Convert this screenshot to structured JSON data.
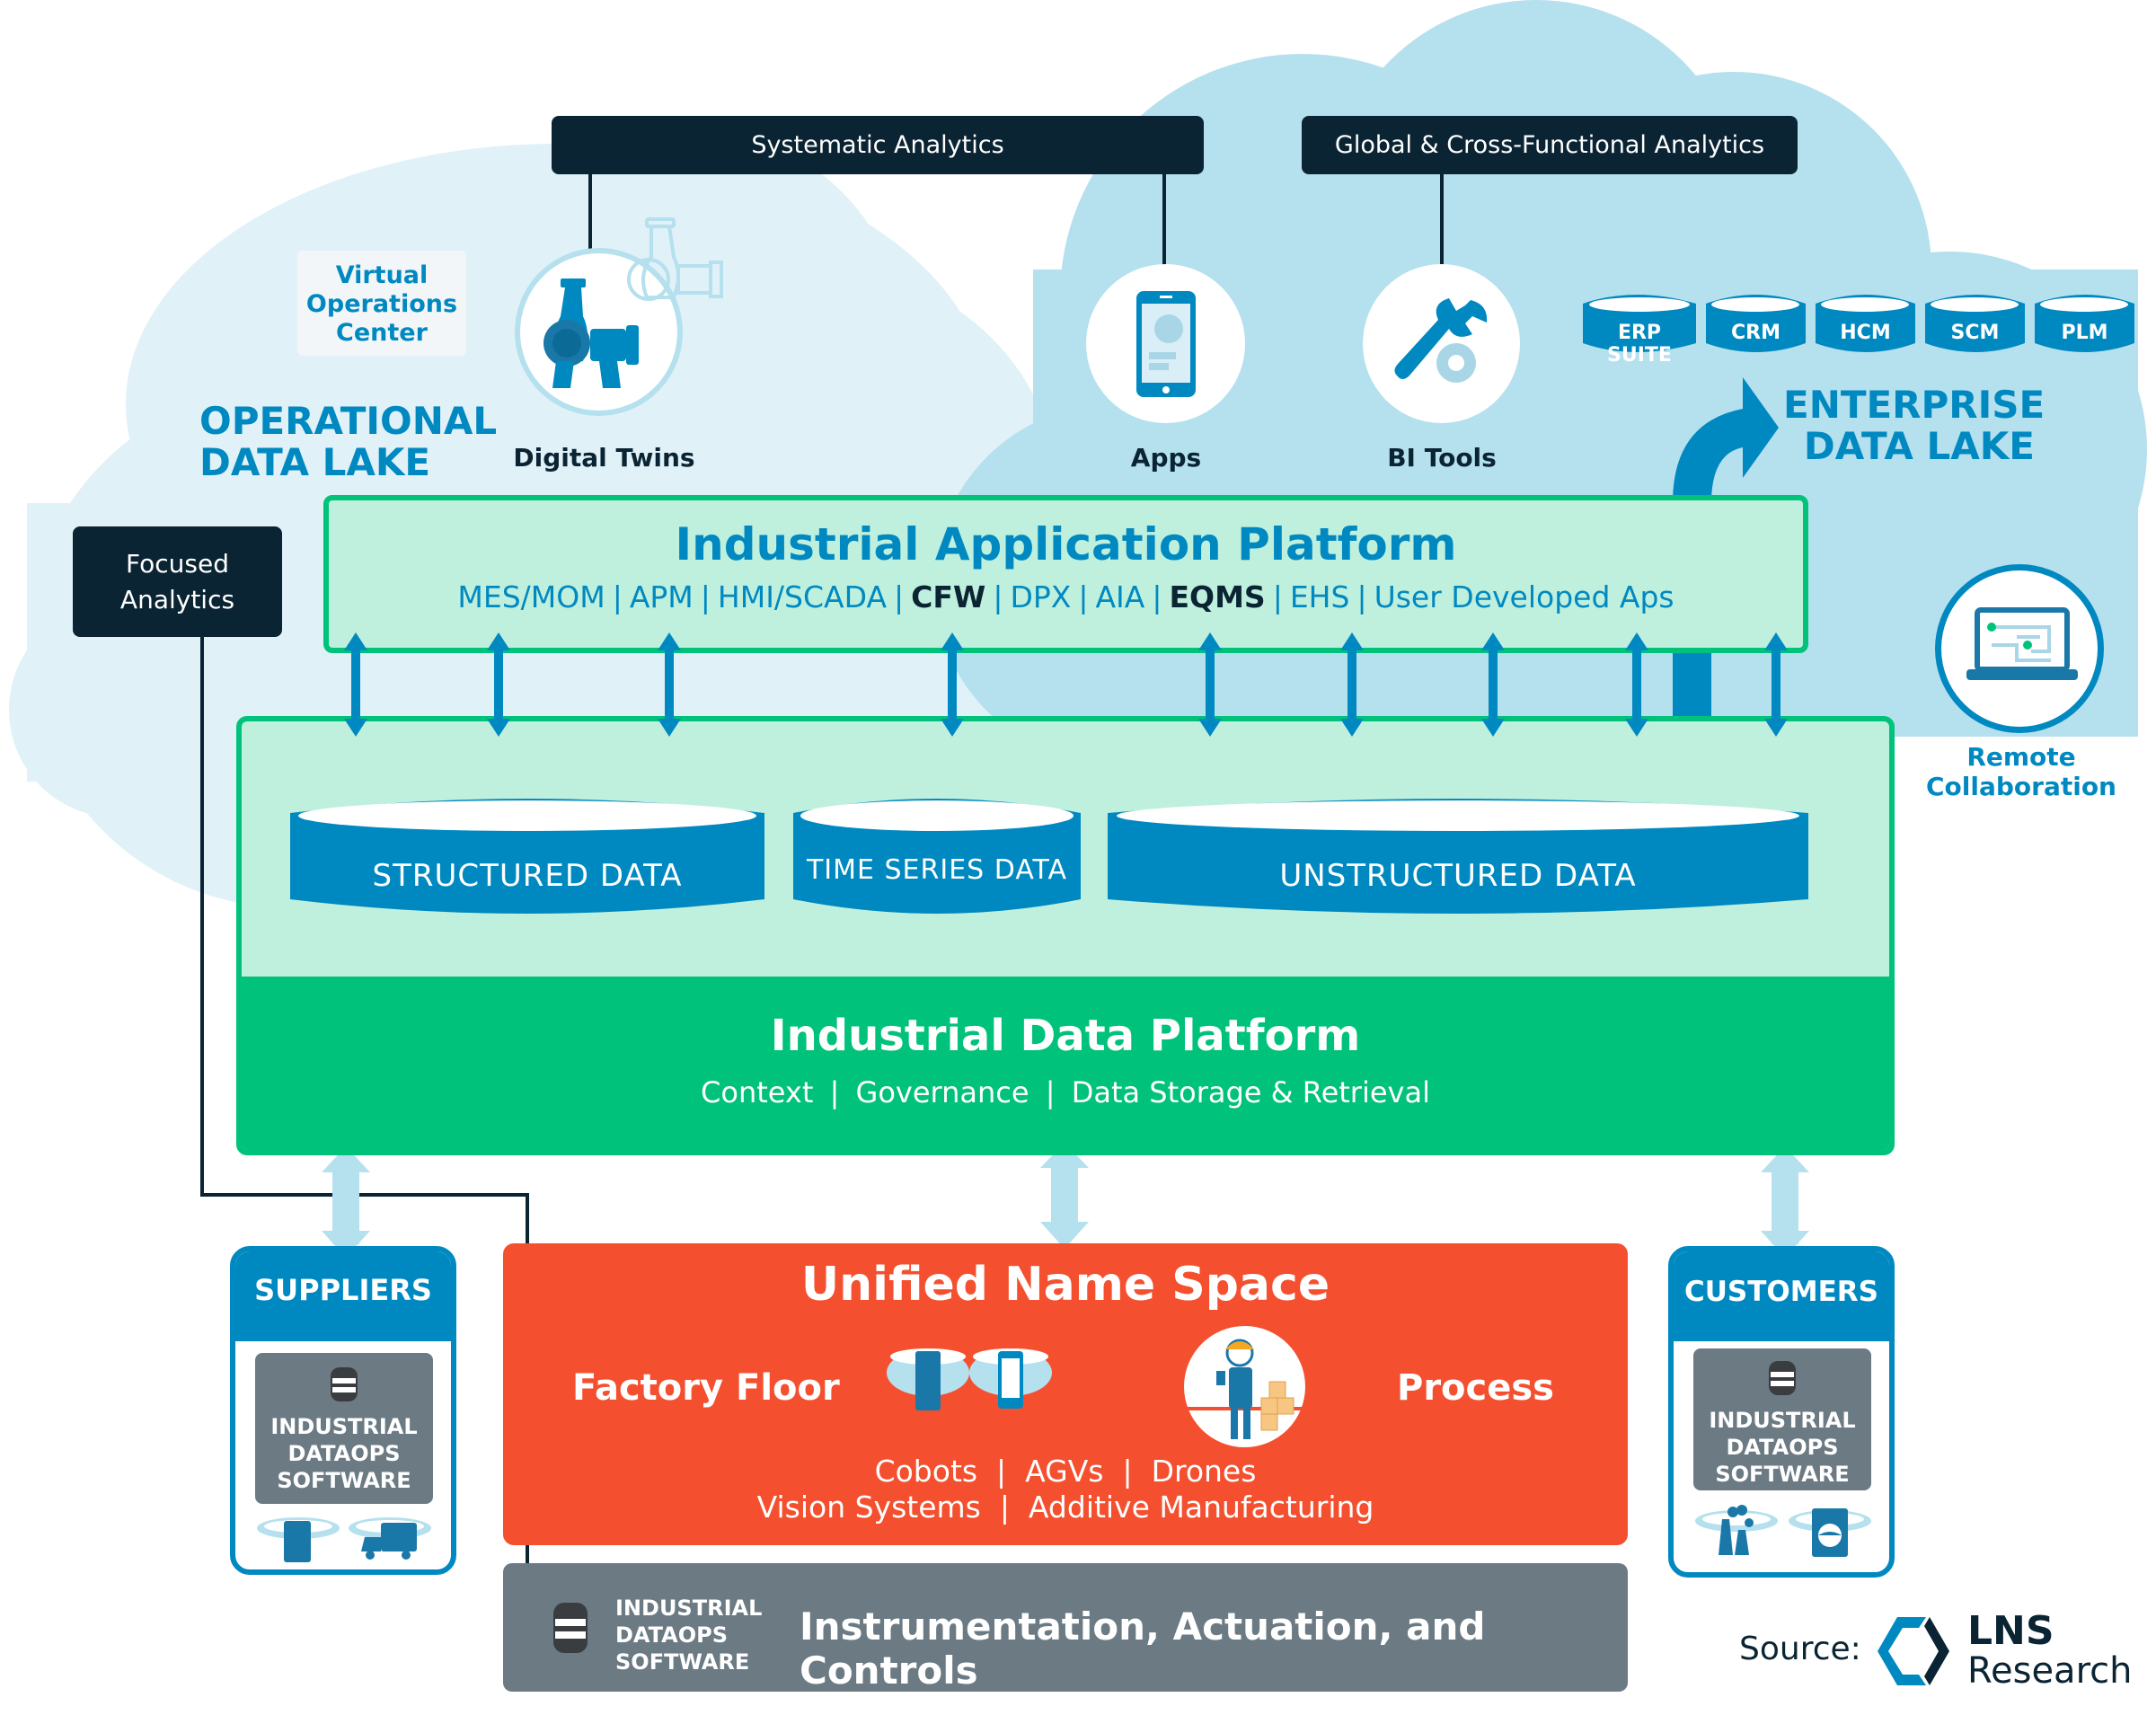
{
  "analytics": {
    "systematic": "Systematic Analytics",
    "global": "Global & Cross-Functional Analytics",
    "focused_line1": "Focused",
    "focused_line2": "Analytics"
  },
  "operational_lake": {
    "voc_line1": "Virtual",
    "voc_line2": "Operations",
    "voc_line3": "Center",
    "title_line1": "OPERATIONAL",
    "title_line2": "DATA LAKE",
    "digital_twins": "Digital Twins"
  },
  "enterprise_lake": {
    "apps": "Apps",
    "bi_tools": "BI Tools",
    "title_line1": "ENTERPRISE",
    "title_line2": "DATA LAKE",
    "systems": [
      "ERP SUITE",
      "CRM",
      "HCM",
      "SCM",
      "PLM"
    ],
    "remote_line1": "Remote",
    "remote_line2": "Collaboration"
  },
  "app_platform": {
    "title": "Industrial Application Platform",
    "items": [
      {
        "label": "MES/MOM",
        "emphasis": false
      },
      {
        "label": "APM",
        "emphasis": false
      },
      {
        "label": "HMI/SCADA",
        "emphasis": false
      },
      {
        "label": "CFW",
        "emphasis": true
      },
      {
        "label": "DPX",
        "emphasis": false
      },
      {
        "label": "AIA",
        "emphasis": false
      },
      {
        "label": "EQMS",
        "emphasis": true
      },
      {
        "label": "EHS",
        "emphasis": false
      },
      {
        "label": "User Developed Aps",
        "emphasis": false
      }
    ],
    "separator": "|"
  },
  "data_platform": {
    "stores": [
      "STRUCTURED DATA",
      "TIME SERIES DATA",
      "UNSTRUCTURED DATA"
    ],
    "title": "Industrial Data Platform",
    "features": [
      "Context",
      "Governance",
      "Data Storage & Retrieval"
    ],
    "separator": "|"
  },
  "suppliers": {
    "title": "SUPPLIERS",
    "software_line1": "INDUSTRIAL",
    "software_line2": "DATAOPS",
    "software_line3": "SOFTWARE"
  },
  "customers": {
    "title": "CUSTOMERS",
    "software_line1": "INDUSTRIAL",
    "software_line2": "DATAOPS",
    "software_line3": "SOFTWARE"
  },
  "uns": {
    "title": "Unified Name Space",
    "left": "Factory Floor",
    "right": "Process",
    "line1": "Cobots  |  AGVs  |  Drones",
    "line2": "Vision Systems  |  Additive Manufacturing"
  },
  "instrumentation": {
    "software_line1": "INDUSTRIAL",
    "software_line2": "DATAOPS",
    "software_line3": "SOFTWARE",
    "title": "Instrumentation, Actuation, and Controls"
  },
  "source": {
    "label": "Source:",
    "brand_line1": "LNS",
    "brand_line2": "Research"
  },
  "colors": {
    "dark_navy": "#0b2433",
    "brand_blue": "#0089c1",
    "green": "#00c27a",
    "mint": "#bff0dd",
    "orange": "#f4502f",
    "slate": "#6b7a83",
    "cloud_light": "#e0f1f8",
    "cloud_mid": "#b5e0ee"
  }
}
